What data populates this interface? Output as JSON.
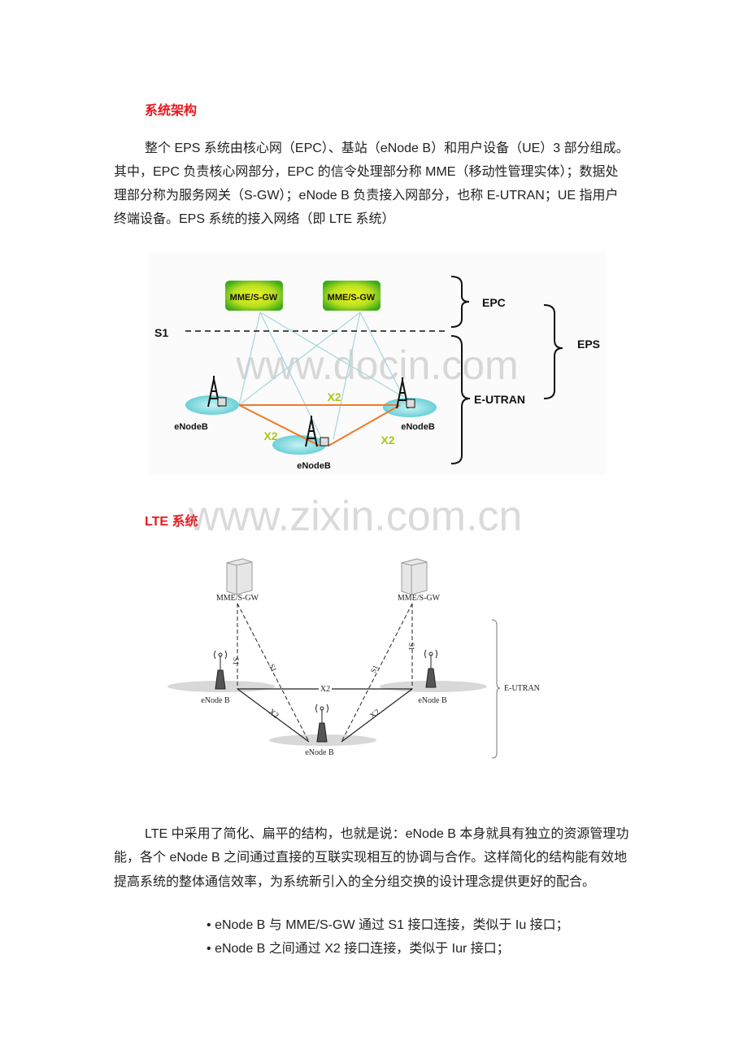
{
  "section1": {
    "heading": "系统架构",
    "paragraph_lines": [
      "整个 EPS 系统由核心网（EPC）、基站（eNode B）和用户设备（UE）3 部分组成。",
      "其中，EPC 负责核心网部分，EPC 的信令处理部分称 MME（移动性管理实体）；数据处",
      "理部分称为服务网关（S-GW）；eNode B 负责接入网部分，也称 E-UTRAN；UE 指用户",
      "终端设备。EPS 系统的接入网络（即 LTE 系统）"
    ]
  },
  "diagram1": {
    "mme_labels": [
      "MME/S-GW",
      "MME/S-GW"
    ],
    "s1_label": "S1",
    "epc_label": "EPC",
    "eps_label": "EPS",
    "eutran_label": "E-UTRAN",
    "x2_labels": [
      "X2",
      "X2",
      "X2"
    ],
    "enodeb_labels": [
      "eNodeB",
      "eNodeB",
      "eNodeB"
    ],
    "watermark": "www.docin.com",
    "colors": {
      "box_green": "#4cb81c",
      "box_yellow": "#e8f01a",
      "x2_line": "#f07a28",
      "s1_line": "#a8d8dc",
      "x2_text": "#a8c818"
    }
  },
  "section2": {
    "heading": "LTE 系统",
    "watermark": "www.zixin.com.cn"
  },
  "diagram2": {
    "mme_labels": [
      "MME/S-GW",
      "MME/S-GW"
    ],
    "s1_labels": [
      "S1",
      "S1",
      "S1",
      "S1"
    ],
    "x2_labels": [
      "X2",
      "X2",
      "X2"
    ],
    "enodeb_labels": [
      "eNode B",
      "eNode B",
      "eNode B"
    ],
    "eutran_label": "E-UTRAN"
  },
  "section3": {
    "paragraph_lines": [
      "LTE 中采用了简化、扁平的结构，也就是说：eNode B 本身就具有独立的资源管理功",
      "能，各个 eNode B 之间通过直接的互联实现相互的协调与合作。这样简化的结构能有效地",
      "提高系统的整体通信效率，为系统新引入的全分组交换的设计理念提供更好的配合。"
    ],
    "bullets": [
      "eNode B 与 MME/S-GW 通过 S1 接口连接，类似于 Iu 接口；",
      "eNode B 之间通过 X2 接口连接，类似于 Iur 接口；"
    ]
  }
}
